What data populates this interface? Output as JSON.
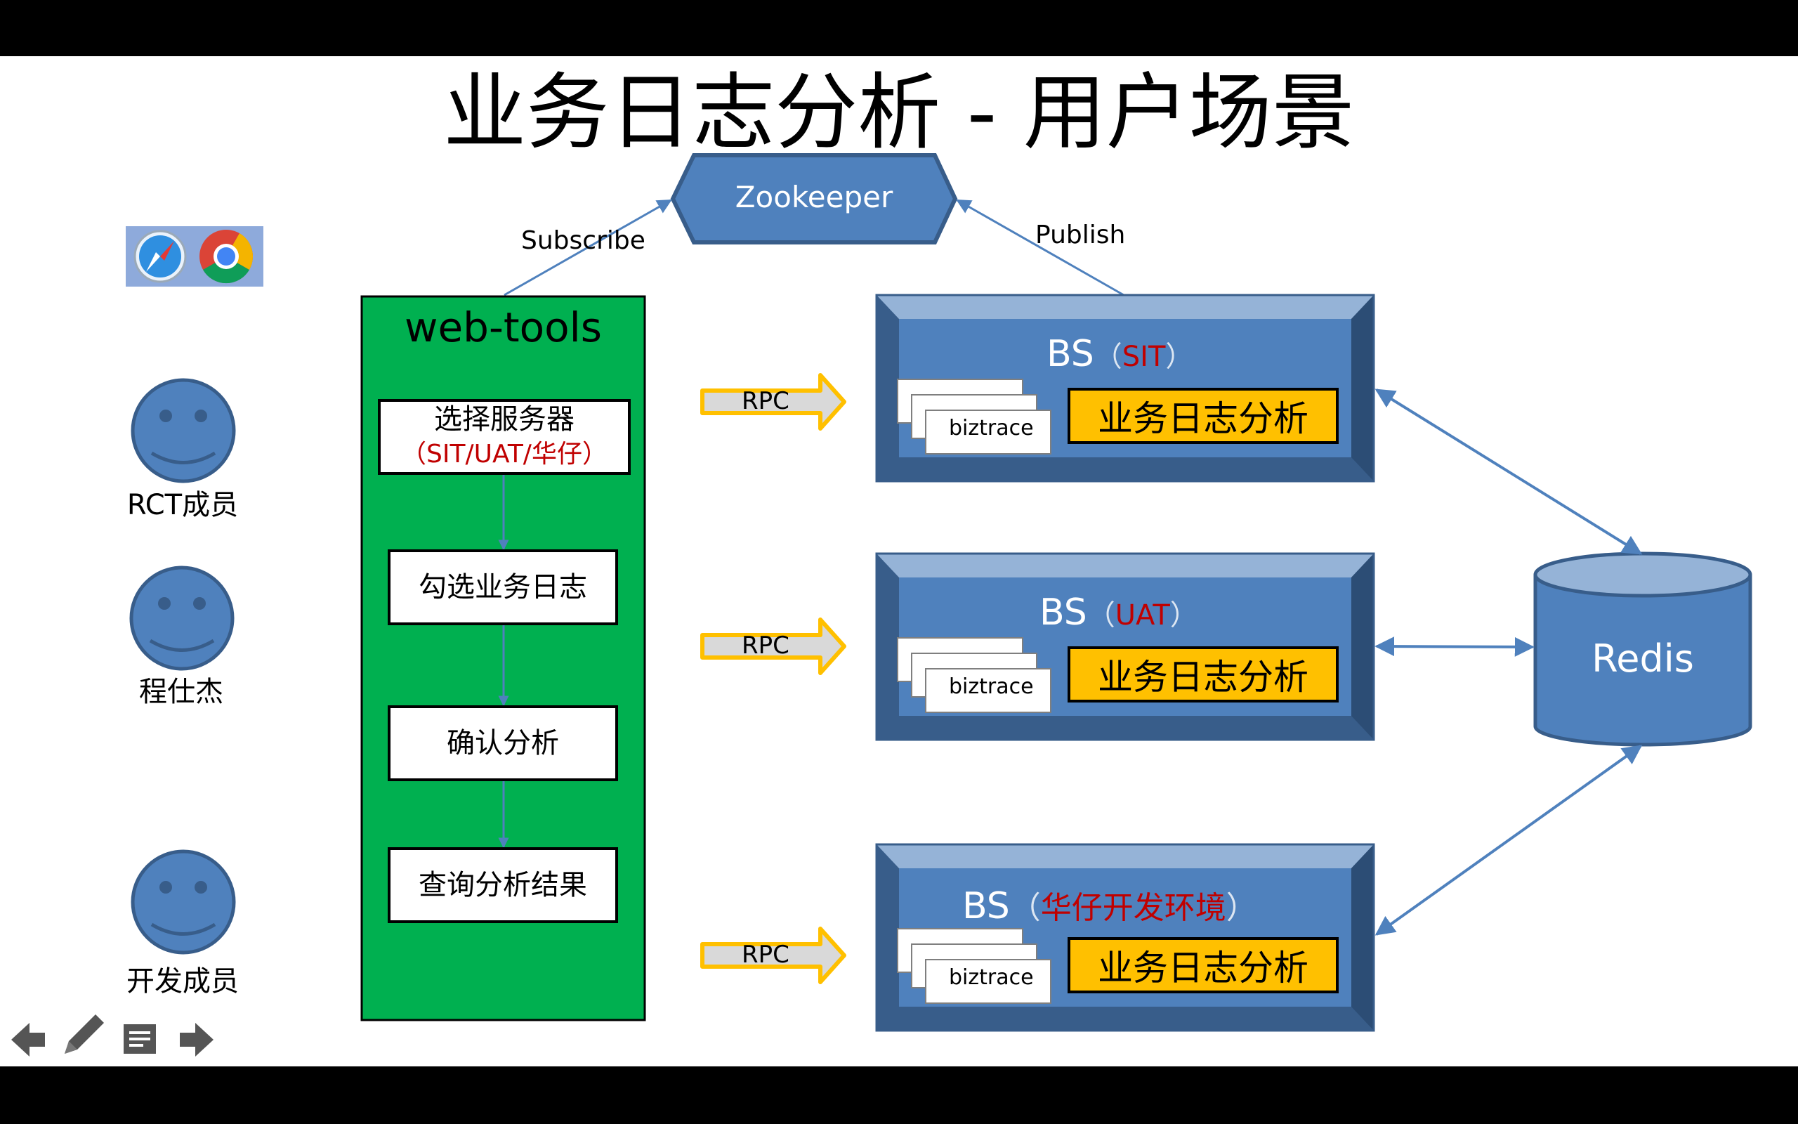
{
  "title": "业务日志分析 - 用户场景",
  "users": [
    {
      "label": "RCT成员"
    },
    {
      "label": "程仕杰"
    },
    {
      "label": "开发成员"
    }
  ],
  "zookeeper": {
    "label": "Zookeeper"
  },
  "edges": {
    "subscribe": "Subscribe",
    "publish": "Publish"
  },
  "webtools": {
    "title": "web-tools",
    "steps": {
      "select_server_line1": "选择服务器",
      "select_server_open": "（",
      "select_server_envs": "SIT/UAT/",
      "select_server_hz": "华仔",
      "select_server_close": "）",
      "check_logs": "勾选业务日志",
      "confirm": "确认分析",
      "query": "查询分析结果"
    }
  },
  "rpc_label": "RPC",
  "servers": [
    {
      "prefix": "BS",
      "open": "（",
      "env": "SIT",
      "close": "）",
      "module": "业务日志分析",
      "doc": "biztrace"
    },
    {
      "prefix": "BS",
      "open": "（",
      "env": "UAT",
      "close": "）",
      "module": "业务日志分析",
      "doc": "biztrace"
    },
    {
      "prefix": "BS",
      "open": "（",
      "env": "华仔开发环境",
      "close": "）",
      "module": "业务日志分析",
      "doc": "biztrace"
    }
  ],
  "redis": {
    "label": "Redis"
  },
  "colors": {
    "webtools_green": "#00b050",
    "server_blue": "#4f81bd",
    "analysis_yellow": "#ffc000",
    "rpc_arrow_fill": "#d9d9d9",
    "rpc_arrow_border": "#ffc000",
    "env_red": "#c00000"
  },
  "nav_icons": [
    "arrow-left-icon",
    "pencil-icon",
    "notes-icon",
    "arrow-right-icon"
  ],
  "browser_icons": [
    "safari-icon",
    "chrome-icon"
  ]
}
